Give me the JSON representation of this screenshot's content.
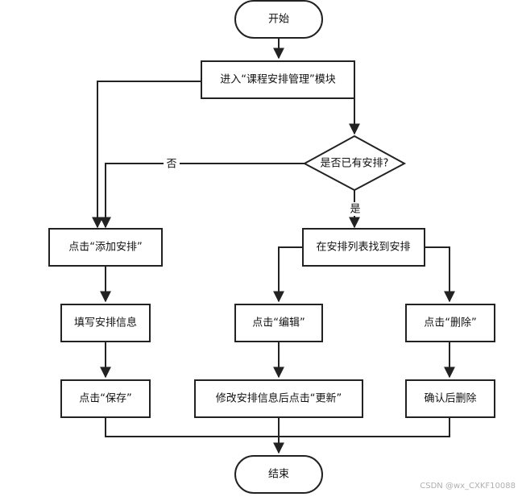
{
  "nodes": {
    "start": "开始",
    "enter_module": "进入“课程安排管理”模块",
    "decision": "是否已有安排?",
    "click_add": "点击“添加安排”",
    "fill_info": "填写安排信息",
    "click_save": "点击“保存”",
    "find_in_list": "在安排列表找到安排",
    "click_edit": "点击“编辑”",
    "modify_update": "修改安排信息后点击“更新”",
    "click_delete": "点击“删除”",
    "confirm_delete": "确认后删除",
    "end": "结束"
  },
  "edge_labels": {
    "no": "否",
    "yes": "是"
  },
  "watermark": "CSDN @wx_CXKF10088",
  "colors": {
    "stroke": "#222222",
    "fill": "#ffffff",
    "text": "#111111",
    "watermark": "#b0b0b0"
  }
}
